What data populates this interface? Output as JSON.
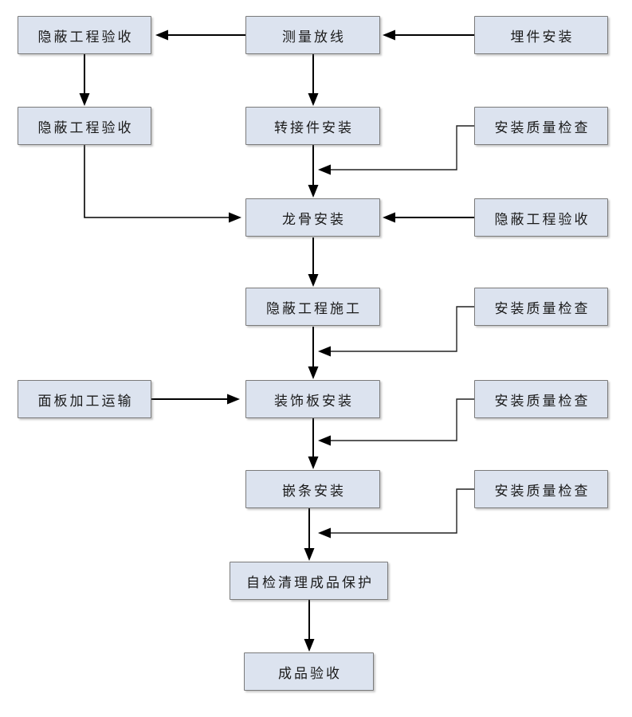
{
  "diagram": {
    "type": "flowchart",
    "colors": {
      "node_fill": "#dce3ef",
      "node_border": "#7a7a7a",
      "arrow": "#000000",
      "background": "#ffffff",
      "text": "#1a1a1a"
    },
    "nodes": [
      {
        "id": "hidden-work-acceptance-1",
        "label": "隐蔽工程验收"
      },
      {
        "id": "measure-layout",
        "label": "测量放线"
      },
      {
        "id": "embedded-parts-install",
        "label": "埋件安装"
      },
      {
        "id": "hidden-work-acceptance-2",
        "label": "隐蔽工程验收"
      },
      {
        "id": "adapter-install",
        "label": "转接件安装"
      },
      {
        "id": "install-quality-check-1",
        "label": "安装质量检查"
      },
      {
        "id": "keel-install",
        "label": "龙骨安装"
      },
      {
        "id": "hidden-work-acceptance-3",
        "label": "隐蔽工程验收"
      },
      {
        "id": "hidden-work-construction",
        "label": "隐蔽工程施工"
      },
      {
        "id": "install-quality-check-2",
        "label": "安装质量检查"
      },
      {
        "id": "panel-processing-transport",
        "label": "面板加工运输"
      },
      {
        "id": "decorative-panel-install",
        "label": "装饰板安装"
      },
      {
        "id": "install-quality-check-3",
        "label": "安装质量检查"
      },
      {
        "id": "trim-strip-install",
        "label": "嵌条安装"
      },
      {
        "id": "install-quality-check-4",
        "label": "安装质量检查"
      },
      {
        "id": "self-check-clean-protect",
        "label": "自检清理成品保护"
      },
      {
        "id": "finished-product-acceptance",
        "label": "成品验收"
      }
    ],
    "edges": [
      {
        "from": "embedded-parts-install",
        "to": "measure-layout"
      },
      {
        "from": "measure-layout",
        "to": "hidden-work-acceptance-1"
      },
      {
        "from": "hidden-work-acceptance-1",
        "to": "hidden-work-acceptance-2"
      },
      {
        "from": "measure-layout",
        "to": "adapter-install"
      },
      {
        "from": "adapter-install",
        "to": "keel-install"
      },
      {
        "from": "install-quality-check-1",
        "to": "adapter-install-keel-install-connector"
      },
      {
        "from": "hidden-work-acceptance-2",
        "to": "keel-install"
      },
      {
        "from": "hidden-work-acceptance-3",
        "to": "keel-install"
      },
      {
        "from": "keel-install",
        "to": "hidden-work-construction"
      },
      {
        "from": "install-quality-check-2",
        "to": "hidden-work-construction-decorative-panel-connector"
      },
      {
        "from": "hidden-work-construction",
        "to": "decorative-panel-install"
      },
      {
        "from": "panel-processing-transport",
        "to": "decorative-panel-install"
      },
      {
        "from": "install-quality-check-3",
        "to": "decorative-panel-trim-strip-connector"
      },
      {
        "from": "decorative-panel-install",
        "to": "trim-strip-install"
      },
      {
        "from": "install-quality-check-4",
        "to": "trim-strip-self-check-connector"
      },
      {
        "from": "trim-strip-install",
        "to": "self-check-clean-protect"
      },
      {
        "from": "self-check-clean-protect",
        "to": "finished-product-acceptance"
      }
    ]
  }
}
